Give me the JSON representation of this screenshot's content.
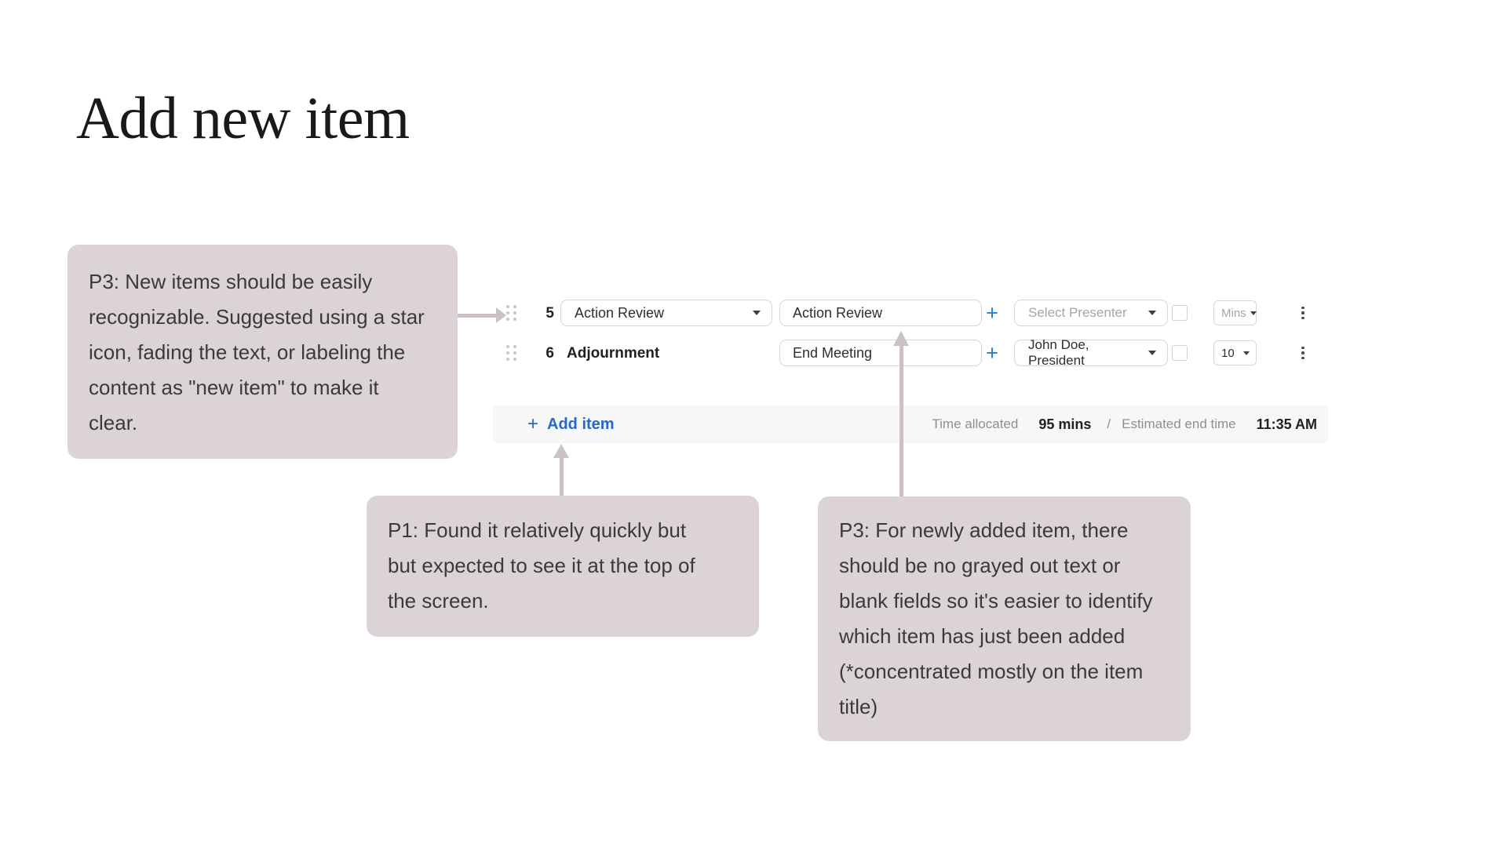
{
  "slide": {
    "title": "Add new item"
  },
  "notes": {
    "p3_top": "P3: New items should be easily\nrecognizable. Suggested using a star\nicon, fading the text, or labeling the\ncontent as \"new item\" to make it\nclear.",
    "p1": "P1: Found it relatively quickly but\nbut expected to see it at the top of\nthe screen.",
    "p3_bottom": "P3: For newly added item, there\nshould be no grayed out text or\nblank fields so it's easier to identify\nwhich item has just been added\n(*concentrated mostly on the item\ntitle)"
  },
  "agenda": {
    "rows": [
      {
        "number": "5",
        "type_value": "Action Review",
        "title_value": "Action Review",
        "presenter_value": "Select Presenter",
        "duration_value": "Mins"
      },
      {
        "number": "6",
        "item_name": "Adjournment",
        "title_value": "End Meeting",
        "presenter_value": "John Doe, President",
        "duration_value": "10"
      }
    ],
    "footer": {
      "add_item_label": "Add item",
      "time_allocated_label": "Time allocated",
      "time_allocated_value": "95 mins",
      "divider": "/",
      "estimated_end_label": "Estimated end time",
      "estimated_end_value": "11:35 AM"
    }
  },
  "icons": {
    "plus": "+"
  },
  "colors": {
    "annotation_bg": "#DCD3D7",
    "annotation_text": "#3C393B",
    "arrow": "#CDC0C7",
    "accent_blue": "#2E76DB",
    "link_blue": "#2769C9",
    "footer_bg": "#F7F7F7"
  }
}
